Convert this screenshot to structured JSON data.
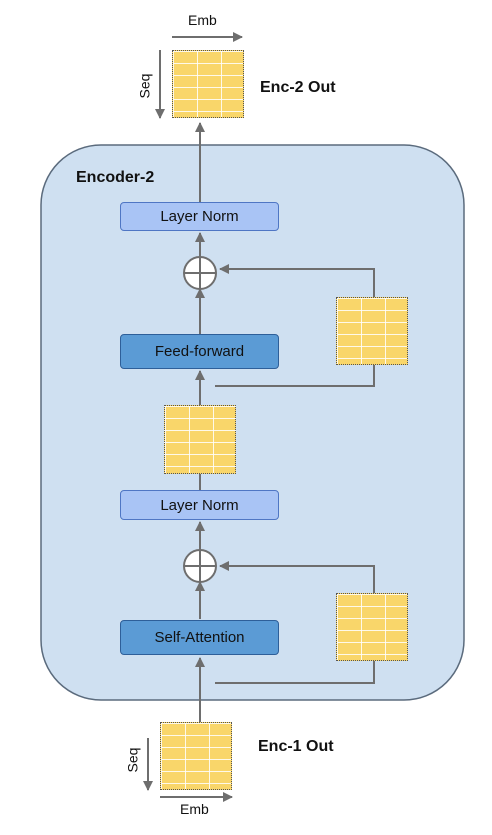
{
  "output": {
    "title": "Enc-2 Out",
    "emb_label": "Emb",
    "seq_label": "Seq"
  },
  "input": {
    "title": "Enc-1 Out",
    "emb_label": "Emb",
    "seq_label": "Seq"
  },
  "encoder": {
    "title": "Encoder-2",
    "blocks": {
      "top_norm": "Layer Norm",
      "feed_forward": "Feed-forward",
      "mid_norm": "Layer Norm",
      "self_attention": "Self-Attention"
    }
  },
  "colors": {
    "encoder_fill": "#cfe0f1",
    "encoder_border": "#5b6b7d",
    "layer_norm_fill": "#a9c4f5",
    "block_fill": "#5b9bd5",
    "matrix_fill": "#f9d66a",
    "arrow": "#6e6e6e"
  },
  "icons": {
    "residual_add": "circle-plus-icon"
  }
}
